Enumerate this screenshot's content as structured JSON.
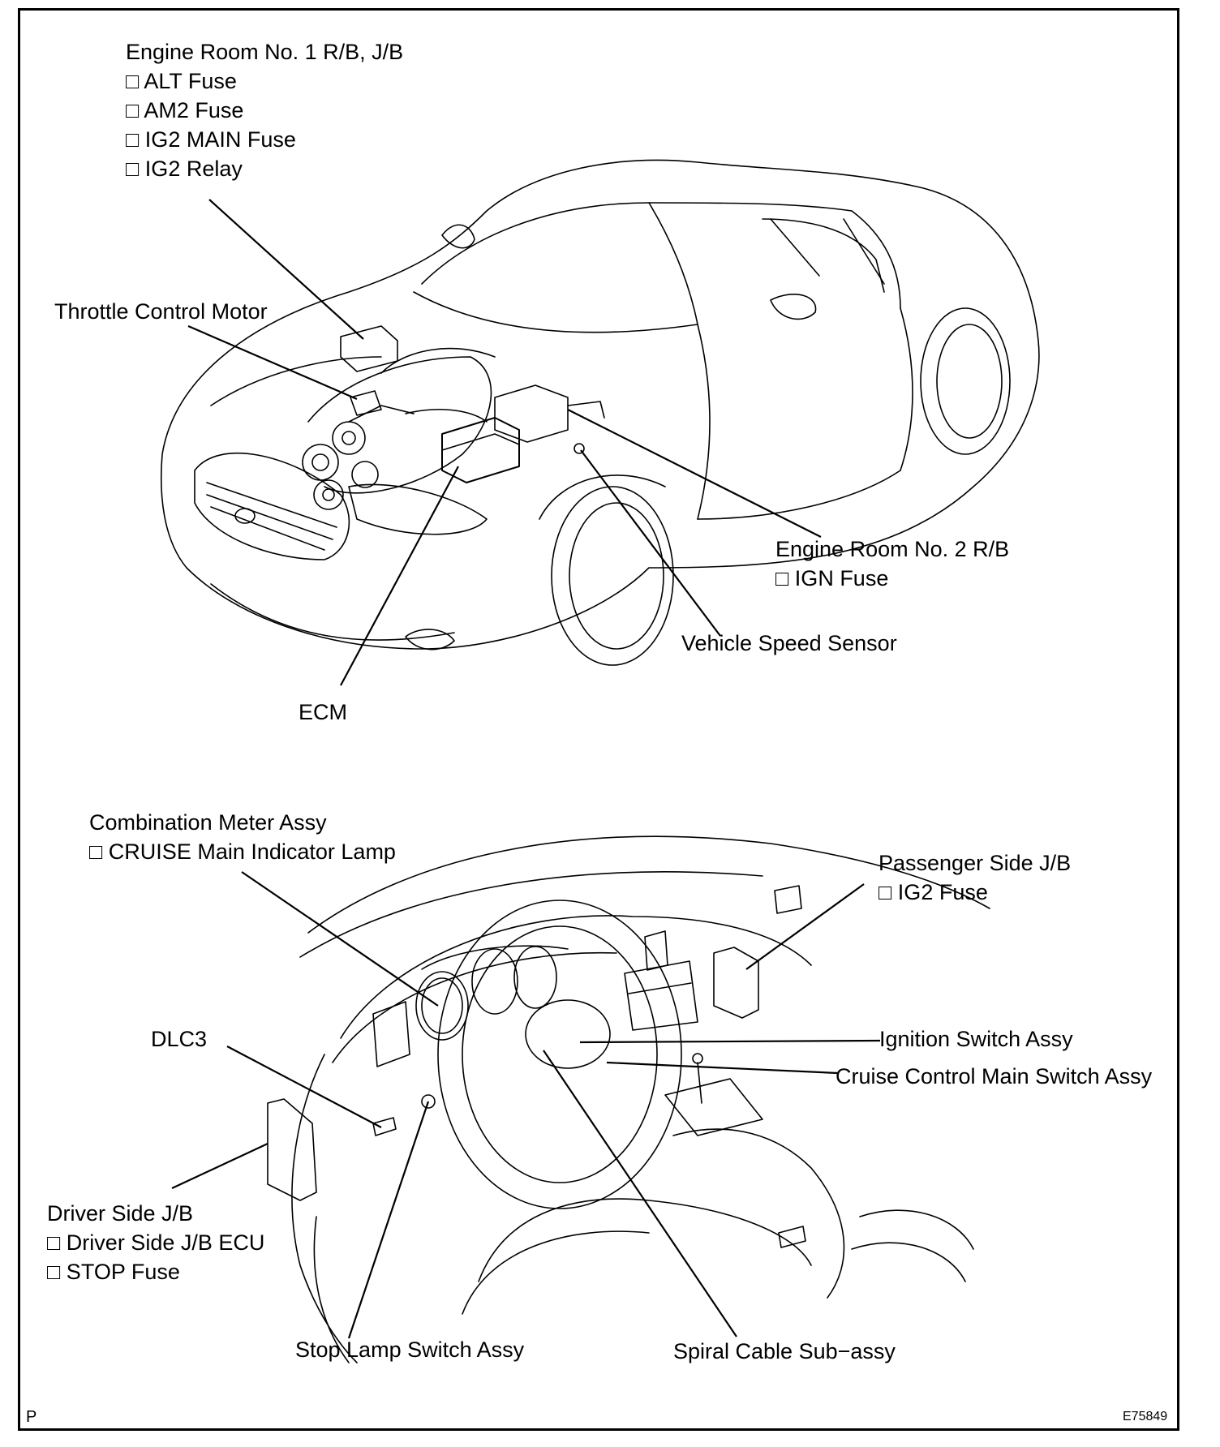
{
  "labels": {
    "engine_room_1": {
      "title": "Engine Room No. 1 R/B, J/B",
      "items": [
        "□ ALT Fuse",
        "□ AM2 Fuse",
        "□ IG2 MAIN Fuse",
        "□ IG2 Relay"
      ]
    },
    "throttle_control_motor": "Throttle Control Motor",
    "engine_room_2": {
      "title": "Engine Room No. 2 R/B",
      "items": [
        "□ IGN Fuse"
      ]
    },
    "vehicle_speed_sensor": "Vehicle Speed Sensor",
    "ecm": "ECM",
    "combination_meter": {
      "title": "Combination Meter Assy",
      "items": [
        "□ CRUISE Main Indicator Lamp"
      ]
    },
    "passenger_side_jb": {
      "title": "Passenger Side J/B",
      "items": [
        "□ IG2 Fuse"
      ]
    },
    "dlc3": "DLC3",
    "ignition_switch": "Ignition Switch Assy",
    "cruise_control_switch": "Cruise Control Main Switch Assy",
    "driver_side_jb": {
      "title": "Driver Side J/B",
      "items": [
        "□ Driver Side J/B ECU",
        "□ STOP Fuse"
      ]
    },
    "stop_lamp_switch": "Stop Lamp Switch Assy",
    "spiral_cable": "Spiral Cable Sub−assy"
  },
  "corner": {
    "left": "P",
    "right": "E75849"
  },
  "colors": {
    "line": "#000000",
    "background": "#ffffff"
  }
}
